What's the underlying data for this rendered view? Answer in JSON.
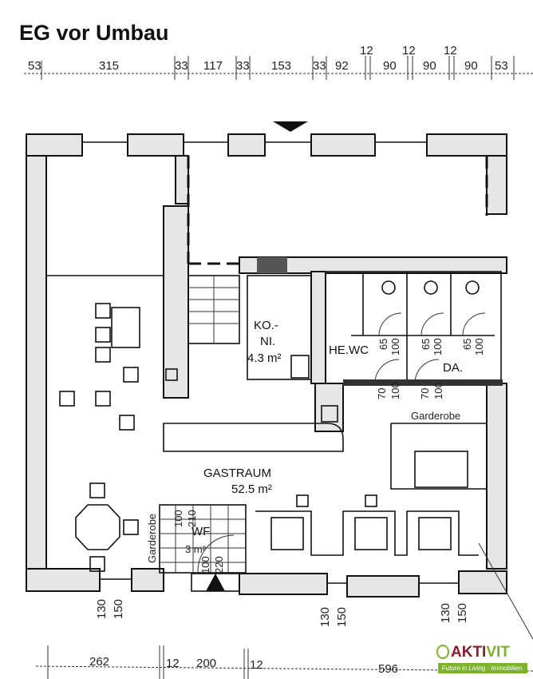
{
  "title": "EG vor Umbau",
  "top_dimensions": [
    "53",
    "315",
    "33",
    "117",
    "33",
    "153",
    "33",
    "92",
    "12",
    "90",
    "12",
    "90",
    "12",
    "90",
    "53"
  ],
  "bottom_dimensions": [
    "262",
    "12",
    "200",
    "12",
    "596"
  ],
  "window_dimensions": [
    {
      "top": "130",
      "bottom": "150"
    },
    {
      "top": "130",
      "bottom": "150"
    },
    {
      "top": "130",
      "bottom": "150"
    }
  ],
  "rooms": {
    "kitchen": {
      "name_line1": "KO.-",
      "name_line2": "NI.",
      "area": "4.3 m²"
    },
    "he_wc": {
      "name": "HE.WC"
    },
    "da_wc": {
      "name": "DA."
    },
    "gastraum": {
      "name": "GASTRAUM",
      "area": "52.5 m²"
    },
    "wf": {
      "name": "WF",
      "area": "3 m²"
    },
    "garderobe_main": "Garderobe",
    "garderobe_side": "Garderobe"
  },
  "door_labels": {
    "wc_upper": [
      {
        "a": "65",
        "b": "100"
      },
      {
        "a": "65",
        "b": "100"
      },
      {
        "a": "65",
        "b": "100"
      }
    ],
    "wc_lower": [
      {
        "a": "70",
        "b": "100"
      },
      {
        "a": "70",
        "b": "100"
      }
    ],
    "wf_left": {
      "a": "100",
      "b": "210"
    },
    "wf_right": {
      "a": "100",
      "b": "220"
    }
  },
  "logo": {
    "brand_part1": "AKTI",
    "brand_part2": "VIT",
    "tagline": "Future in Living · Immobilien.",
    "colors": {
      "red": "#8a1c2b",
      "green": "#7cb32a"
    }
  }
}
